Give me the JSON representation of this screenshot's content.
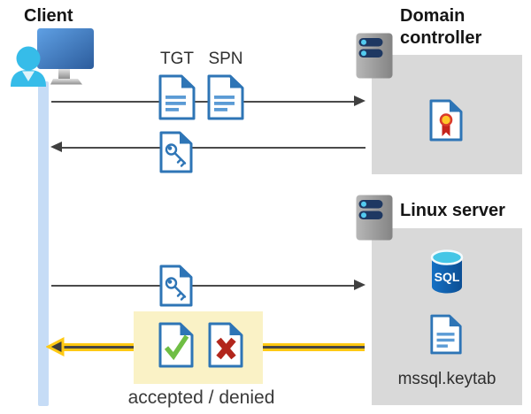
{
  "nodes": {
    "client": {
      "label": "Client"
    },
    "domain_controller": {
      "label": "Domain controller"
    },
    "linux_server": {
      "label": "Linux server"
    }
  },
  "messages": {
    "tgt_label": "TGT",
    "spn_label": "SPN",
    "result_label": "accepted / denied",
    "keytab_label": "mssql.keytab"
  },
  "icons": {
    "sql_label": "SQL",
    "ticket_document": "document-with-text-icon",
    "key_document": "key-document-icon",
    "certificate_document": "certificate-document-icon",
    "accepted_document": "green-check-document-icon",
    "denied_document": "red-x-document-icon",
    "database": "sql-database-cylinder-icon",
    "server": "server-tower-icon",
    "client_device": "user-at-monitor-icon"
  },
  "colors": {
    "doc_border": "#2E75B6",
    "doc_lines": "#5B9BD5",
    "arrow_gray": "#4a4a4a",
    "box_gray": "#D9D9D9",
    "timeline_blue": "#C6DCF6",
    "person_cyan": "#36BCE9",
    "yellow_arrow": "#FFC913",
    "highlight_yellow": "#FAF2C6",
    "check_green": "#6FBE44",
    "x_red": "#B2261C",
    "sql_blue": "#1160AE",
    "sql_top_cyan": "#45C6E6",
    "seal_yellow": "#FFC829",
    "seal_red": "#C5241C",
    "server_pill_navy": "#1E3862"
  }
}
